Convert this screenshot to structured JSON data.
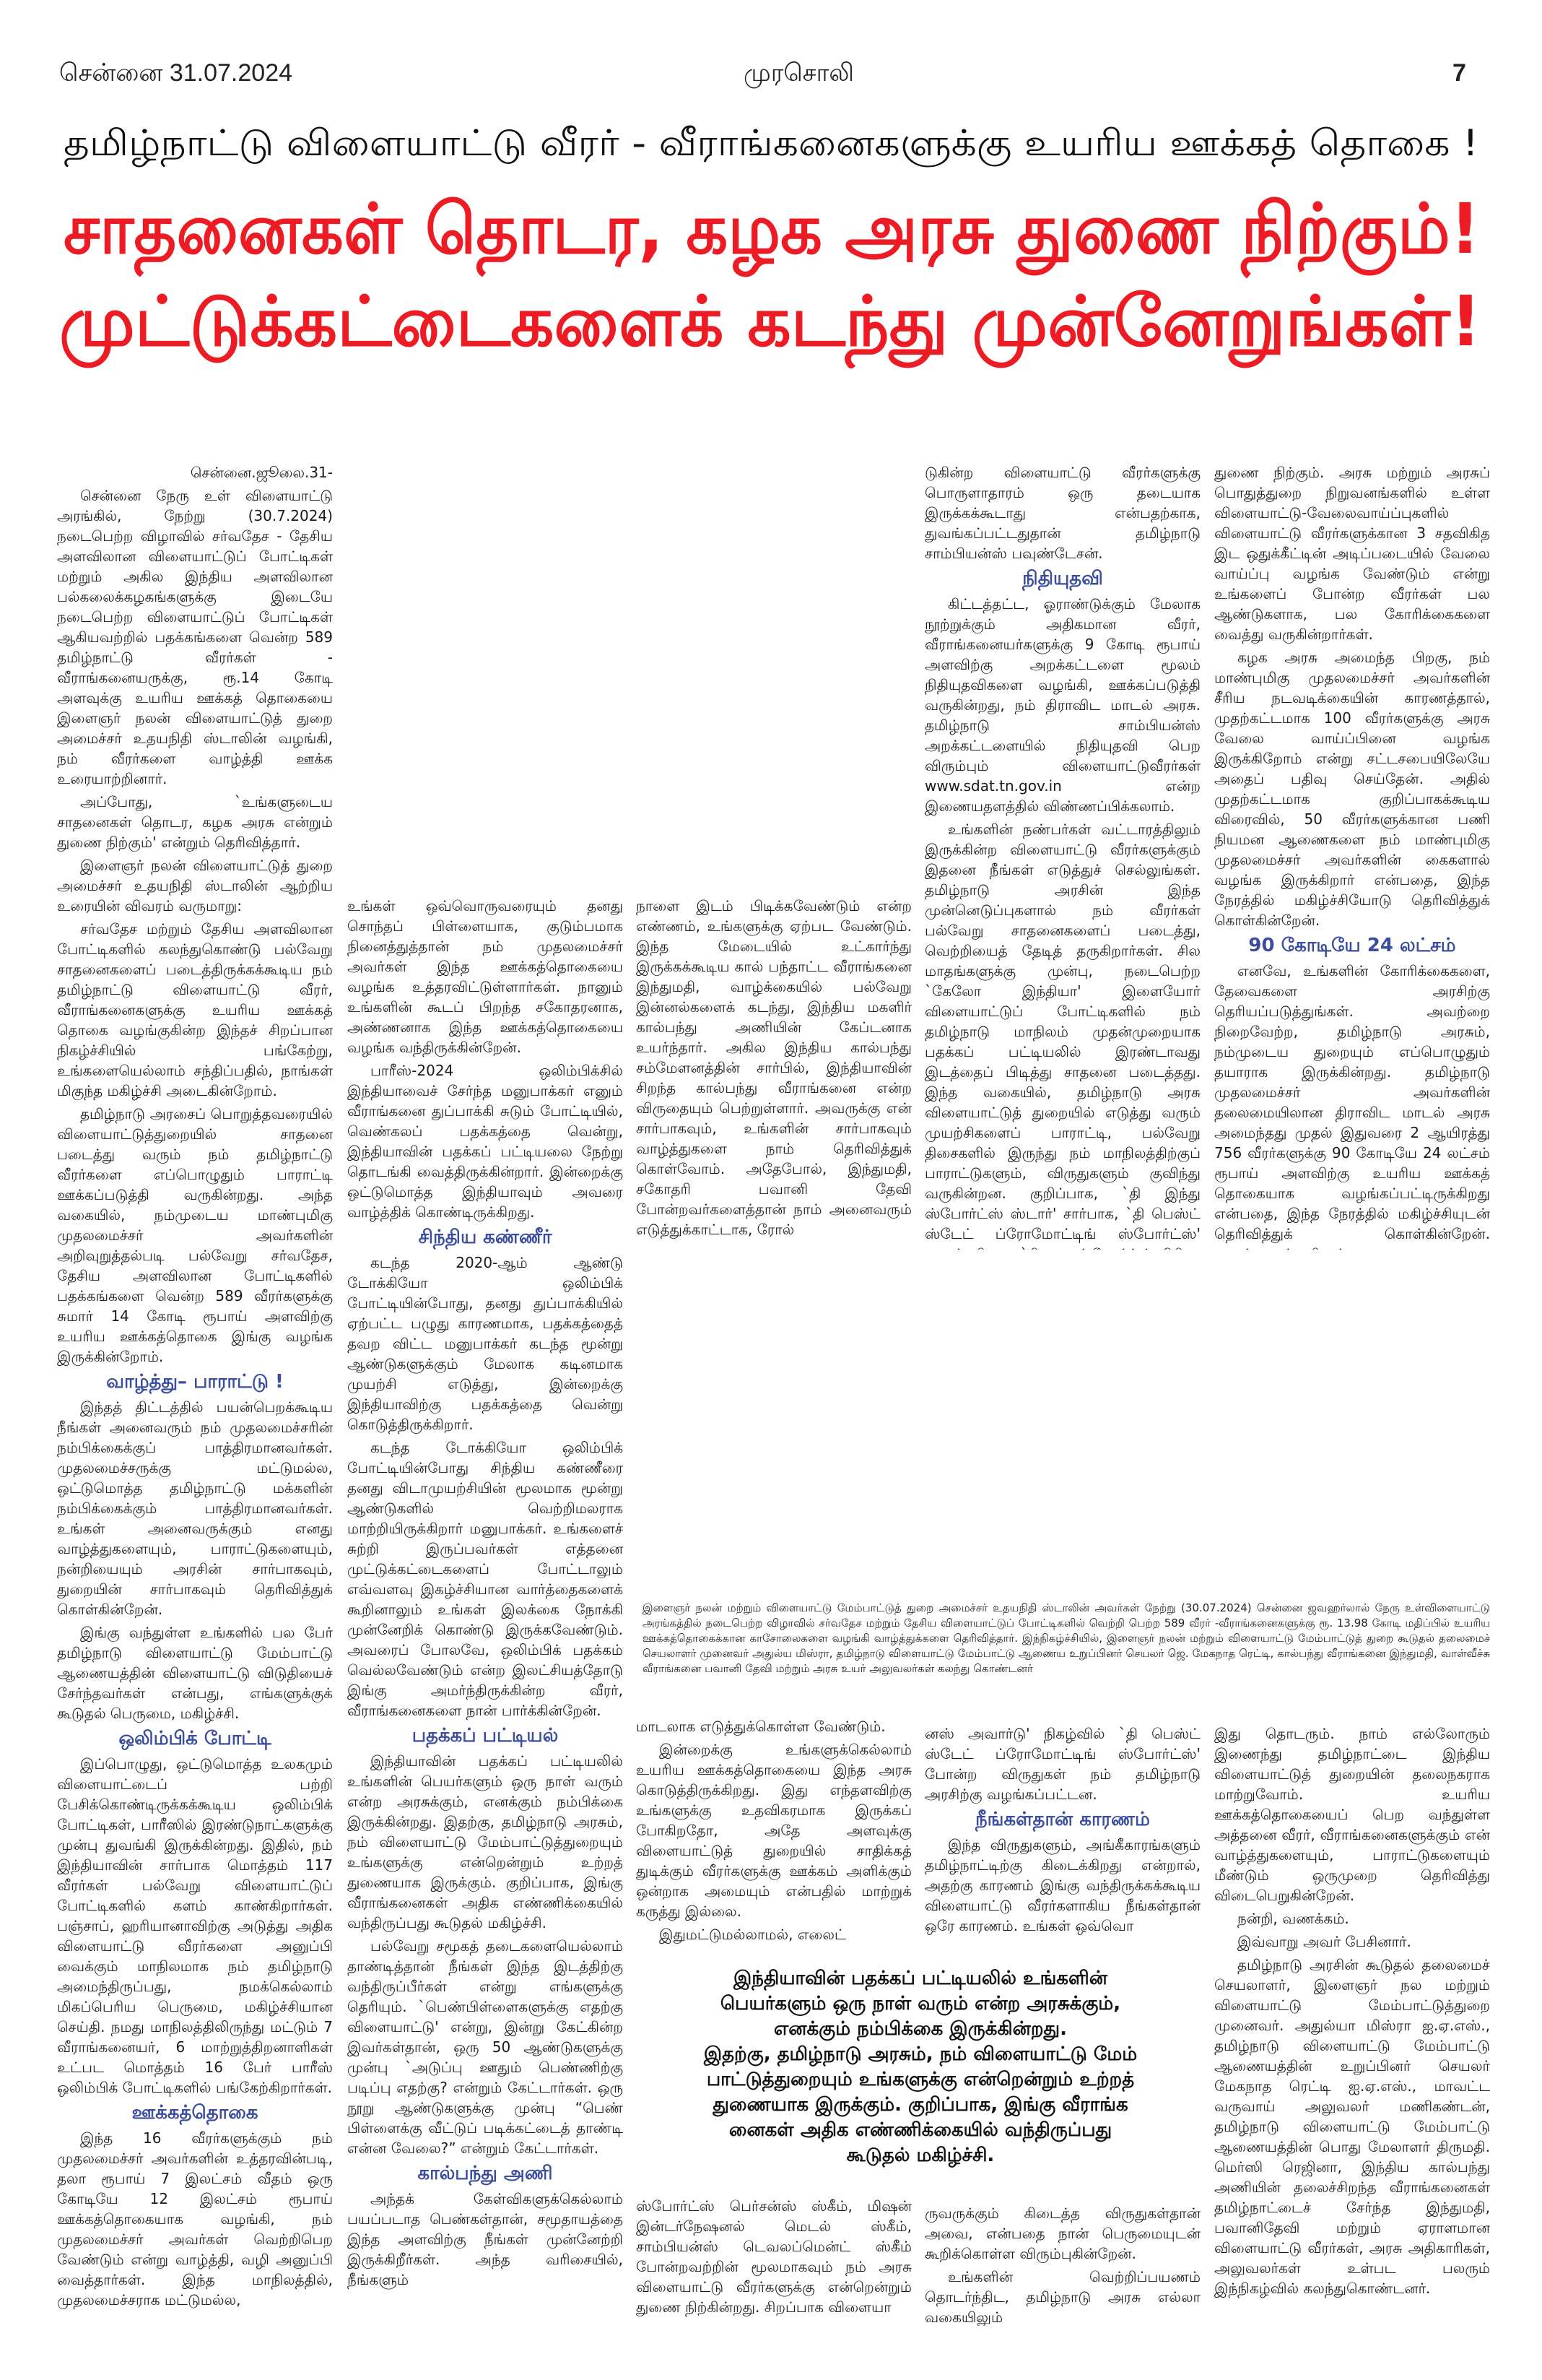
{
  "header": {
    "date": "சென்னை 31.07.2024",
    "masthead": "முரசொலி",
    "page_number": "7"
  },
  "headlines": {
    "kicker": "தமிழ்நாட்டு விளையாட்டு வீரர் - வீராங்கனைகளுக்கு உயரிய ஊக்கத் தொகை !",
    "main_line1": "சாதனைகள் தொடர, கழக அரசு துணை நிற்கும்!",
    "main_line2": "முட்டுக்கட்டைகளைக் கடந்து முன்னேறுங்கள்!",
    "red_color": "#ed1c24",
    "subhead_color": "#3a4d9f"
  },
  "caption": "இளைஞர் நலன் மற்றும் விளையாட்டு மேம்பாட்டுத் துறை அமைச்சர் உதயநிதி ஸ்டாலின் அவர்கள் நேற்று (30.07.2024) சென்னை ஜவஹர்லால் நேரு உள்விளையாட்டு அரங்கத்தில் நடைபெற்ற விழாவில் சர்வதேச மற்றும் தேசிய விளையாட்டுப் போட்டிகளில் வெற்றி பெற்ற 589 வீரர் -வீராங்கனைகளுக்கு ரூ. 13.98 கோடி மதிப்பில் உயரிய ஊக்கத்தொகைக்கான காசோலைகளை வழங்கி வாழ்த்துக்களை தெரிவித்தார். இந்நிகழ்ச்சியில், இளைஞர் நலன் மற்றும் விளையாட்டு மேம்பாட்டுத் துறை கூடுதல் தலைமைச் செயலாளர் முனைவர் அதுல்ய மிஸ்ரா, தமிழ்நாடு விளையாட்டு மேம்பாட்டு ஆணைய உறுப்பினர் செயலர் ஜெ. மேகநாத ரெட்டி, கால்பந்து வீராங்கனை இந்துமதி, வாள்வீச்சு வீராங்கனை பவானி தேவி மற்றும் அரசு உயர் அலுவலர்கள் கலந்து கொண்டனர்",
  "pull_quote": [
    "இந்தியாவின் பதக்கப் பட்டியலில் உங்களின்",
    "பெயர்களும் ஒரு நாள் வரும் என்ற அரசுக்கும்,",
    "எனக்கும் நம்பிக்கை இருக்கின்றது.",
    "இதற்கு, தமிழ்நாடு அரசும், நம் விளையாட்டு மேம்",
    "பாட்டுத்துறையும் உங்களுக்கு என்றென்றும் உற்றத்",
    "துணையாக இருக்கும்.  குறிப்பாக, இங்கு வீராங்க",
    "னைகள் அதிக எண்ணிக்கையில் வந்திருப்பது",
    "கூடுதல் மகிழ்ச்சி."
  ],
  "columns": {
    "col1": [
      {
        "t": "p",
        "c": "right",
        "text": "சென்னை.ஜூலை.31-"
      },
      {
        "t": "p",
        "text": "சென்னை நேரு உள் விளையாட்டு அரங்கில், நேற்று (30.7.2024) நடைபெற்ற விழாவில் சர்வதேச - தேசிய அளவிலான விளையாட்டுப் போட்டிகள் மற்றும் அகில இந்திய அளவிலான பல்கலைக்கழகங்களுக்கு இடையே நடைபெற்ற விளையாட்டுப் போட்டிகள் ஆகியவற்றில் பதக்கங்களை வென்ற 589 தமிழ்நாட்டு வீரர்கள் - வீராங்கனையருக்கு, ரூ.14 கோடி அளவுக்கு உயரிய ஊக்கத் தொகையை இளைஞர் நலன் விளையாட்டுத் துறை அமைச்சர் உதயநிதி ஸ்டாலின் வழங்கி, நம் வீரர்களை வாழ்த்தி ஊக்க உரையாற்றினார்."
      },
      {
        "t": "p",
        "text": "அப்போது, `உங்களுடைய சாதனைகள் தொடர, கழக அரசு என்றும் துணை நிற்கும்' என்றும் தெரிவித்தார்."
      },
      {
        "t": "p",
        "text": "இளைஞர் நலன் விளையாட்டுத் துறை அமைச்சர் உதயநிதி ஸ்டாலின் ஆற்றிய உரையின் விவரம் வருமாறு:"
      },
      {
        "t": "p",
        "text": "சர்வதேச மற்றும் தேசிய அளவிலான போட்டிகளில் கலந்துகொண்டு பல்வேறு சாதனைகளைப் படைத்திருக்கக்கூடிய நம் தமிழ்நாட்டு விளையாட்டு வீரர், வீராங்கனைகளுக்கு உயரிய ஊக்கத் தொகை வழங்குகின்ற இந்தச் சிறப்பான நிகழ்ச்சியில் பங்கேற்று, உங்களையெல்லாம் சந்திப்பதில், நாங்கள் மிகுந்த மகிழ்ச்சி அடைகின்றோம்."
      },
      {
        "t": "p",
        "text": "தமிழ்நாடு அரசைப் பொறுத்தவரையில் விளையாட்டுத்துறையில் சாதனை படைத்து வரும் நம் தமிழ்நாட்டு வீரர்களை எப்பொழுதும் பாராட்டி ஊக்கப்படுத்தி வருகின்றது. அந்த வகையில், நம்முடைய மாண்புமிகு முதலமைச்சர் அவர்களின் அறிவுறுத்தல்படி பல்வேறு சர்வதேச, தேசிய அளவிலான போட்டிகளில் பதக்கங்களை வென்ற 589 வீரர்களுக்கு சுமார் 14 கோடி ரூபாய் அளவிற்கு உயரிய ஊக்கத்தொகை இங்கு வழங்க இருக்கின்றோம்."
      },
      {
        "t": "h",
        "text": "வாழ்த்து– பாராட்டு !"
      },
      {
        "t": "p",
        "text": "இந்தத் திட்டத்தில் பயன்பெறக்கூடிய நீங்கள் அனைவரும் நம் முதலமைச்சரின் நம்பிக்கைக்குப் பாத்திரமானவர்கள். முதலமைச்சருக்கு மட்டுமல்ல, ஒட்டுமொத்த தமிழ்நாட்டு மக்களின் நம்பிக்கைக்கும் பாத்திரமானவர்கள். உங்கள் அனைவருக்கும் எனது வாழ்த்துகளையும், பாராட்டுகளையும், நன்றியையும் அரசின் சார்பாகவும், துறையின் சார்பாகவும் தெரிவித்துக் கொள்கின்றேன்."
      },
      {
        "t": "p",
        "text": "இங்கு வந்துள்ள உங்களில் பல பேர் தமிழ்நாடு விளையாட்டு மேம்பாட்டு ஆணையத்தின் விளையாட்டு விடுதியைச் சேர்ந்தவர்கள் என்பது, எங்களுக்குக் கூடுதல் பெருமை, மகிழ்ச்சி."
      },
      {
        "t": "h",
        "text": "ஒலிம்பிக் போட்டி"
      },
      {
        "t": "p",
        "text": "இப்பொழுது, ஒட்டுமொத்த உலகமும் விளையாட்டைப் பற்றி பேசிக்கொண்டிருக்கக்கூடிய ஒலிம்பிக் போட்டிகள், பாரீஸில் இரண்டுநாட்களுக்கு முன்பு துவங்கி இருக்கின்றது. இதில், நம் இந்தியாவின் சார்பாக மொத்தம் 117 வீரர்கள் பல்வேறு விளையாட்டுப் போட்டிகளில் களம் காண்கிறார்கள். பஞ்சாப், ஹரியானாவிற்கு அடுத்து அதிக விளையாட்டு வீரர்களை அனுப்பி வைக்கும் மாநிலமாக நம் தமிழ்நாடு அமைந்திருப்பது, நமக்கெல்லாம் மிகப்பெரிய பெருமை, மகிழ்ச்சியான செய்தி. நமது மாநிலத்திலிருந்து மட்டும் 7 வீராங்கனையர், 6 மாற்றுத்திறனாளிகள் உட்பட மொத்தம் 16 பேர் பாரீஸ் ஒலிம்பிக் போட்டிகளில் பங்கேற்கிறார்கள்."
      },
      {
        "t": "h",
        "text": "ஊக்கத்தொகை"
      },
      {
        "t": "p",
        "text": "இந்த 16 வீரர்களுக்கும் நம் முதலமைச்சர் அவர்களின் உத்தரவின்படி, தலா ரூபாய் 7 இலட்சம் வீதம் ஒரு கோடியே 12 இலட்சம் ரூபாய் ஊக்கத்தொகையாக வழங்கி, நம் முதலமைச்சர் அவர்கள் வெற்றிபெற வேண்டும் என்று வாழ்த்தி, வழி அனுப்பி வைத்தார்கள். இந்த மாநிலத்தில், முதலமைச்சராக மட்டுமல்ல,"
      }
    ],
    "col2": [
      {
        "t": "p",
        "c": "ni",
        "text": "உங்கள் ஒவ்வொருவரையும் தனது சொந்தப் பிள்ளையாக, குடும்பமாக நினைத்துத்தான் நம் முதலமைச்சர் அவர்கள் இந்த ஊக்கத்தொகையை வழங்க உத்தரவிட்டுள்ளார்கள். நானும் உங்களின் கூடப் பிறந்த சகோதரனாக, அண்ணனாக இந்த ஊக்கத்தொகையை வழங்க வந்திருக்கின்றேன்."
      },
      {
        "t": "p",
        "text": "பாரீஸ்-2024 ஒலிம்பிக்சில் இந்தியாவைச் சேர்ந்த மனுபாக்கர் எனும் வீராங்கனை துப்பாக்கி சுடும் போட்டியில், வெண்கலப் பதக்கத்தை வென்று, இந்தியாவின் பதக்கப் பட்டியலை நேற்று தொடங்கி வைத்திருக்கின்றார். இன்றைக்கு ஒட்டுமொத்த இந்தியாவும் அவரை வாழ்த்திக் கொண்டிருக்கிறது."
      },
      {
        "t": "h",
        "text": "சிந்திய கண்ணீர்"
      },
      {
        "t": "p",
        "text": "கடந்த 2020-ஆம் ஆண்டு டோக்கியோ ஒலிம்பிக் போட்டியின்போது, தனது துப்பாக்கியில் ஏற்பட்ட பழுது காரணமாக, பதக்கத்தைத் தவற விட்ட மனுபாக்கர் கடந்த மூன்று ஆண்டுகளுக்கும் மேலாக கடினமாக முயற்சி எடுத்து, இன்றைக்கு இந்தியாவிற்கு பதக்கத்தை வென்று கொடுத்திருக்கிறார்."
      },
      {
        "t": "p",
        "text": "கடந்த டோக்கியோ ஒலிம்பிக் போட்டியின்போது சிந்திய கண்ணீரை தனது விடாமுயற்சியின் மூலமாக மூன்று ஆண்டுகளில் வெற்றிமலராக மாற்றியிருக்கிறார் மனுபாக்கர். உங்களைச் சுற்றி இருப்பவர்கள் எத்தனை முட்டுக்கட்டைகளைப் போட்டாலும் எவ்வளவு இகழ்ச்சியான வார்த்தைகளைக் கூறினாலும் உங்கள் இலக்கை நோக்கி முன்னேறிக் கொண்டு இருக்கவேண்டும். அவரைப் போலவே, ஒலிம்பிக் பதக்கம் வெல்லவேண்டும் என்ற இலட்சியத்தோடு இங்கு அமர்ந்திருக்கின்ற வீரர், வீராங்கனைகளை நான் பார்க்கின்றேன்."
      },
      {
        "t": "h",
        "text": "பதக்கப் பட்டியல்"
      },
      {
        "t": "p",
        "text": "இந்தியாவின் பதக்கப் பட்டியலில் உங்களின் பெயர்களும் ஒரு நாள் வரும் என்ற அரசுக்கும், எனக்கும் நம்பிக்கை இருக்கின்றது. இதற்கு, தமிழ்நாடு அரசும், நம் விளையாட்டு மேம்பாட்டுத்துறையும் உங்களுக்கு என்றென்றும் உற்றத் துணையாக இருக்கும். குறிப்பாக, இங்கு வீராங்கனைகள் அதிக எண்ணிக்கையில் வந்திருப்பது கூடுதல் மகிழ்ச்சி."
      },
      {
        "t": "p",
        "text": "பல்வேறு சமூகத் தடைகளையெல்லாம் தாண்டித்தான் நீங்கள் இந்த இடத்திற்கு வந்திருப்பீர்கள் என்று எங்களுக்கு தெரியும். `பெண்பிள்ளைகளுக்கு எதற்கு விளையாட்டு' என்று, இன்று கேட்கின்ற இவர்கள்தான், ஒரு 50 ஆண்டுகளுக்கு முன்பு `அடுப்பு ஊதும் பெண்ணிற்கு படிப்பு எதற்கு? என்றும் கேட்டார்கள். ஒரு நூறு ஆண்டுகளுக்கு முன்பு “பெண் பிள்ளைக்கு வீட்டுப் படிக்கட்டைத் தாண்டி என்ன வேலை?” என்றும் கேட்டார்கள்."
      },
      {
        "t": "h",
        "text": "கால்பந்து அணி"
      },
      {
        "t": "p",
        "text": "அந்தக் கேள்விகளுக்கெல்லாம் பயப்படாத பெண்கள்தான், சமூதாயத்தை இந்த அளவிற்கு நீங்கள் முன்னேற்றி இருக்கிறீர்கள். அந்த வரிசையில், நீங்களும்"
      }
    ],
    "col3_top": [
      {
        "t": "p",
        "c": "ni",
        "text": "நாளை இடம் பிடிக்கவேண்டும் என்ற எண்ணம், உங்களுக்கு ஏற்பட வேண்டும். இந்த மேடையில் உட்கார்ந்து இருக்கக்கூடிய கால் பந்தாட்ட வீராங்கனை இந்துமதி, வாழ்க்கையில் பல்வேறு இன்னல்களைக் கடந்து, இந்திய மகளிர் கால்பந்து அணியின் கேப்டனாக உயர்ந்தார். அகில இந்திய கால்பந்து சம்மேளனத்தின் சார்பில், இந்தியாவின் சிறந்த கால்பந்து வீராங்கனை என்ற விருதையும் பெற்றுள்ளார். அவருக்கு என் சார்பாகவும், உங்களின் சார்பாகவும் வாழ்த்துகளை நாம் தெரிவித்துக் கொள்வோம். அதேபோல், இந்துமதி, சகோதரி பவானி தேவி போன்றவர்களைத்தான் நாம் அனைவரும் எடுத்துக்காட்டாக, ரோல்"
      }
    ],
    "col3_mid": [
      {
        "t": "p",
        "c": "ni",
        "text": "மாடலாக எடுத்துக்கொள்ள வேண்டும்."
      },
      {
        "t": "p",
        "text": "இன்றைக்கு உங்களுக்கெல்லாம் உயரிய ஊக்கத்தொகையை இந்த அரசு கொடுத்திருக்கிறது. இது எந்தளவிற்கு உங்களுக்கு உதவிகரமாக இருக்கப் போகிறதோ, அதே அளவுக்கு விளையாட்டுத் துறையில் சாதிக்கத் துடிக்கும் வீரர்களுக்கு ஊக்கம் அளிக்கும் ஒன்றாக அமையும் என்பதில் மாற்றுக் கருத்து இல்லை."
      },
      {
        "t": "p",
        "text": "இதுமட்டுமல்லாமல், எலைட்"
      }
    ],
    "col3_bottom": [
      {
        "t": "p",
        "c": "ni",
        "text": "ஸ்போர்ட்ஸ் பெர்சன்ஸ் ஸ்கீம், மிஷன் இன்டர்நேஷனல் மெடல் ஸ்கீம், சாம்பியன்ஸ் டெவலப்மென்ட் ஸ்கீம் போன்றவற்றின் மூலமாகவும் நம் அரசு விளையாட்டு வீரர்களுக்கு என்றென்றும் துணை நிற்கின்றது. சிறப்பாக விளையா"
      }
    ],
    "col4_top": [
      {
        "t": "p",
        "c": "ni",
        "text": "டுகின்ற விளையாட்டு வீரர்களுக்கு பொருளாதாரம் ஒரு தடையாக இருக்கக்கூடாது என்பதற்காக, துவங்கப்பட்டதுதான் தமிழ்நாடு சாம்பியன்ஸ் பவுண்டேசன்."
      },
      {
        "t": "h",
        "text": "நிதியுதவி"
      },
      {
        "t": "p",
        "text": "கிட்டத்தட்ட, ஓராண்டுக்கும் மேலாக நூற்றுக்கும் அதிகமான வீரர், வீராங்கனையர்களுக்கு 9 கோடி ரூபாய் அளவிற்கு அறக்கட்டளை மூலம் நிதியுதவிகளை வழங்கி, ஊக்கப்படுத்தி வருகின்றது, நம் திராவிட மாடல் அரசு. தமிழ்நாடு சாம்பியன்ஸ் அறக்கட்டளையில் நிதியுதவி பெற விரும்பும் விளையாட்டுவீரர்கள் www.sdat.tn.gov.in என்ற இணையதளத்தில் விண்ணப்பிக்கலாம்."
      },
      {
        "t": "p",
        "text": "உங்களின் நண்பர்கள் வட்டாரத்திலும் இருக்கின்ற விளையாட்டு வீரர்களுக்கும் இதனை நீங்கள் எடுத்துச் செல்லுங்கள். தமிழ்நாடு அரசின் இந்த முன்னெடுப்புகளால் நம் வீரர்கள் பல்வேறு சாதனைகளைப் படைத்து, வெற்றியைத் தேடித் தருகிறார்கள். சில மாதங்களுக்கு முன்பு, நடைபெற்ற `கேலோ இந்தியா' இளையோர் விளையாட்டுப் போட்டிகளில் நம் தமிழ்நாடு மாநிலம் முதன்முறையாக பதக்கப் பட்டியலில் இரண்டாவது இடத்தைப் பிடித்து சாதனை படைத்தது. இந்த வகையில், தமிழ்நாடு அரசு விளையாட்டுத் துறையில் எடுத்து வரும் முயற்சிகளைப் பாராட்டி, பல்வேறு திசைகளில் இருந்து நம் மாநிலத்திற்குப் பாராட்டுகளும், விருதுகளும் குவிந்து வருகின்றன. குறிப்பாக, `தி இந்து ஸ்போர்ட்ஸ் ஸ்டார்' சார்பாக, `தி பெஸ்ட் ஸ்டேட் ப்ரோமோட்டிங் ஸ்போர்ட்ஸ்' எனும் விருது, `சி.ஐ.ஏ ஸ்போர்ட்ஸ் பிசி"
      }
    ],
    "col4_mid": [
      {
        "t": "p",
        "c": "ni",
        "text": "னஸ் அவார்டு' நிகழ்வில் `தி பெஸ்ட் ஸ்டேட் ப்ரோமோட்டிங் ஸ்போர்ட்ஸ்' போன்ற விருதுகள் நம் தமிழ்நாடு அரசிற்கு வழங்கப்பட்டன."
      },
      {
        "t": "h",
        "text": "நீங்கள்தான் காரணம்"
      },
      {
        "t": "p",
        "text": "இந்த விருதுகளும், அங்கீகாரங்களும் தமிழ்நாட்டிற்கு கிடைக்கிறது என்றால், அதற்கு காரணம் இங்கு வந்திருக்கக்கூடிய விளையாட்டு வீரர்களாகிய நீங்கள்தான் ஒரே காரணம். உங்கள் ஒவ்வொ"
      }
    ],
    "col4_bottom": [
      {
        "t": "p",
        "c": "ni",
        "text": "ருவருக்கும் கிடைத்த விருதுகள்தான் அவை, என்பதை நான் பெருமையுடன் கூறிக்கொள்ள விரும்புகின்றேன்."
      },
      {
        "t": "p",
        "text": "உங்களின் வெற்றிப்பயணம் தொடர்ந்திட, தமிழ்நாடு அரசு எல்லா வகையிலும்"
      }
    ],
    "col5_top": [
      {
        "t": "p",
        "c": "ni",
        "text": "துணை நிற்கும். அரசு மற்றும் அரசுப் பொதுத்துறை நிறுவனங்களில் உள்ள விளையாட்டு-வேலைவாய்ப்புகளில் விளையாட்டு வீரர்களுக்கான 3 சதவிகித இட ஒதுக்கீட்டின் அடிப்படையில் வேலை வாய்ப்பு வழங்க வேண்டும் என்று உங்களைப் போன்ற வீரர்கள் பல ஆண்டுகளாக, பல கோரிக்கைகளை வைத்து வருகின்றார்கள்."
      },
      {
        "t": "p",
        "text": "கழக அரசு அமைந்த பிறகு, நம் மாண்புமிகு முதலமைச்சர் அவர்களின் சீரிய நடவடிக்கையின் காரணத்தால், முதற்கட்டமாக 100 வீரர்களுக்கு அரசு வேலை வாய்ப்பினை வழங்க இருக்கிறோம் என்று சட்டசபையிலேயே அதைப் பதிவு செய்தேன். அதில் முதற்கட்டமாக குறிப்பாகக்கூடிய விரைவில், 50 வீரர்களுக்கான பணி நியமன ஆணைகளை நம் மாண்புமிகு முதலமைச்சர் அவர்களின் கைகளால் வழங்க இருக்கிறார் என்பதை, இந்த நேரத்தில் மகிழ்ச்சியோடு தெரிவித்துக் கொள்கின்றேன்."
      },
      {
        "t": "h",
        "text": "90 கோடியே 24 லட்சம்"
      },
      {
        "t": "p",
        "text": "எனவே, உங்களின் கோரிக்கைகளை, தேவைகளை அரசிற்கு தெரியப்படுத்துங்கள். அவற்றை நிறைவேற்ற, தமிழ்நாடு அரசும், நம்முடைய துறையும் எப்பொழுதும் தயாராக இருக்கின்றது. தமிழ்நாடு முதலமைச்சர் அவர்களின் தலைமையிலான திராவிட மாடல் அரசு அமைந்தது முதல் இதுவரை 2 ஆயிரத்து 756 வீரர்களுக்கு 90 கோடியே 24 லட்சம் ரூபாய் அளவிற்கு உயரிய ஊக்கத் தொகையாக வழங்கப்பட்டிருக்கிறது என்பதை, இந்த நேரத்தில் மகிழ்ச்சியுடன் தெரிவித்துக் கொள்கின்றேன். வரும்காலங்களிலும்"
      }
    ],
    "col5_bottom": [
      {
        "t": "p",
        "c": "ni",
        "text": "இது தொடரும். நாம் எல்லோரும் இணைந்து தமிழ்நாட்டை இந்திய விளையாட்டுத் துறையின் தலைநகராக மாற்றுவோம். உயரிய ஊக்கத்தொகையைப் பெற வந்துள்ள அத்தனை வீரர், வீராங்கனைகளுக்கும் என் வாழ்த்துகளையும், பாராட்டுகளையும் மீண்டும் ஒருமுறை தெரிவித்து விடைபெறுகின்றேன்."
      },
      {
        "t": "p",
        "text": "நன்றி, வணக்கம்."
      },
      {
        "t": "p",
        "text": "இவ்வாறு அவர் பேசினார்."
      },
      {
        "t": "p",
        "text": "தமிழ்நாடு அரசின் கூடுதல் தலைமைச் செயலாளர், இளைஞர் நல மற்றும் விளையாட்டு மேம்பாட்டுத்துறை முனைவர். அதுல்யா மிஸ்ரா ஐ.ஏ.எஸ்., தமிழ்நாடு விளையாட்டு மேம்பாட்டு ஆணையத்தின் உறுப்பினர் செயலர் மேகநாத ரெட்டி ஐ.ஏ.எஸ்., மாவட்ட வருவாய் அலுவலர் மணிகண்டன், தமிழ்நாடு விளையாட்டு மேம்பாட்டு ஆணையத்தின் பொது மேலாளர் திருமதி. மெர்ஸி ரெஜினா, இந்திய கால்பந்து அணியின் தலைச்சிறந்த வீராங்கனைகள் தமிழ்நாட்டைச் சேர்ந்த இந்துமதி, பவானிதேவி மற்றும் ஏராளமான விளையாட்டு வீரர்கள், அரசு அதிகாரிகள், அலுவலர்கள் உள்பட பலரும் இந்நிகழ்வில் கலந்துகொண்டனர்."
      }
    ]
  }
}
